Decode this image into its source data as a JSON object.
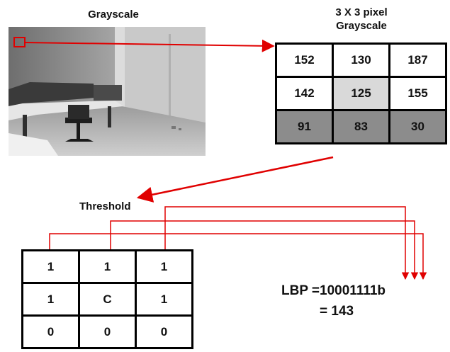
{
  "grayscale_title": "Grayscale",
  "pixel_title_line1": "3 X 3 pixel",
  "pixel_title_line2": "Grayscale",
  "pixel_values": [
    [
      "152",
      "130",
      "187"
    ],
    [
      "142",
      "125",
      "155"
    ],
    [
      "91",
      "83",
      "30"
    ]
  ],
  "threshold_title": "Threshold",
  "threshold_values": [
    [
      "1",
      "1",
      "1"
    ],
    [
      "1",
      "C",
      "1"
    ],
    [
      "0",
      "0",
      "0"
    ]
  ],
  "lbp_line1": "LBP  =10001111b",
  "lbp_line2": "= 143",
  "colors": {
    "arrow": "#e00000",
    "center_cell": "#d9d9d9",
    "dark_row": "#8c8c8c"
  }
}
